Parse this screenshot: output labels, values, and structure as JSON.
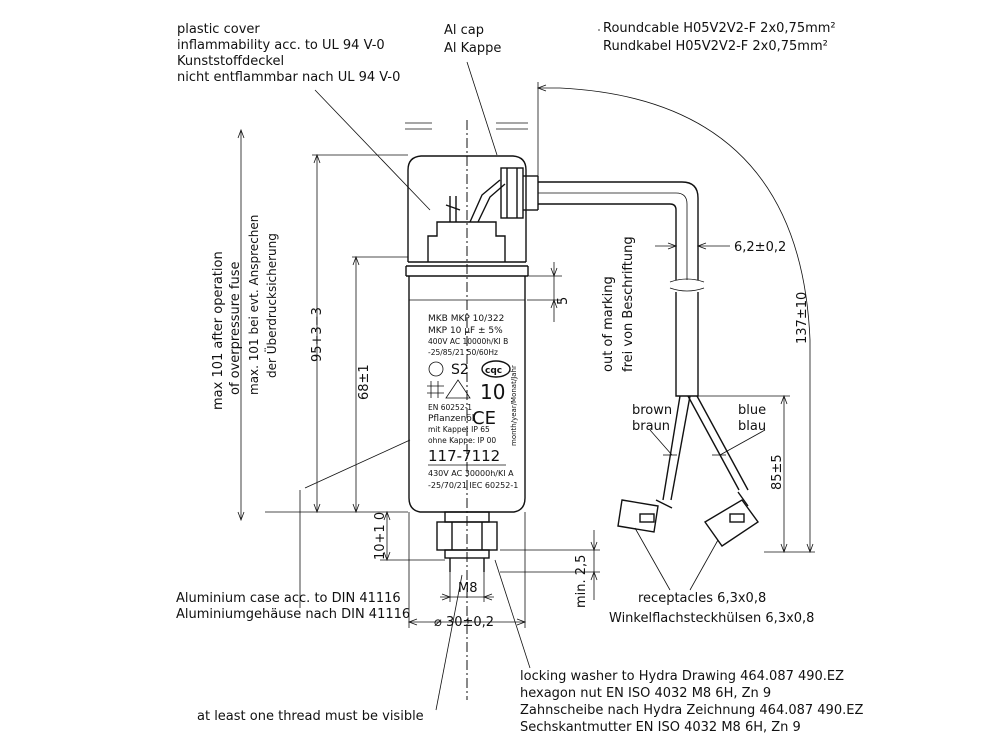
{
  "callouts": {
    "plastic_cover": [
      "plastic cover",
      "inflammability acc. to UL 94 V-0",
      "Kunststoffdeckel",
      "nicht entflammbar nach UL 94 V-0"
    ],
    "al_cap": [
      "Al cap",
      "Al Kappe"
    ],
    "round_cable": [
      "Roundcable H05V2V2-F 2x0,75mm²",
      "Rundkabel H05V2V2-F 2x0,75mm²"
    ],
    "aluminium_case": [
      "Aluminium case acc. to DIN 41116",
      "Aluminiumgehäuse nach DIN 41116"
    ],
    "receptacles": [
      "receptacles 6,3x0,8",
      "Winkelflachsteckhülsen 6,3x0,8"
    ],
    "locking_washer": [
      "locking washer to Hydra Drawing 464.087 490.EZ",
      "hexagon nut EN ISO 4032 M8 6H, Zn 9",
      "Zahnscheibe nach Hydra Zeichnung 464.087 490.EZ",
      "Sechskantmutter EN ISO 4032 M8 6H, Zn 9"
    ],
    "thread_visible": "at least one thread must be visible",
    "out_of_marking": [
      "out of marking",
      "frei von Beschriftung"
    ],
    "max_101": [
      "max 101 after operation",
      "of overpressure fuse"
    ],
    "max_101_de": [
      "max. 101 bei evt. Ansprechen",
      "der Überdrucksicherung"
    ],
    "brown": [
      "brown",
      "braun"
    ],
    "blue": [
      "blue",
      "blau"
    ]
  },
  "dimensions": {
    "d_95": "95+3−3",
    "d_68": "68±1",
    "d_10": "10+1 0",
    "d_5": "5",
    "d_min25": "min. 2,5",
    "d_m8": "M8",
    "d_30": "⌀ 30±0,2",
    "d_62": "6,2±0,2",
    "d_137": "137±10",
    "d_85": "85±5"
  },
  "capacitor_label": {
    "line1": "MKB MKP 10/322",
    "line2": "MKP 10 µF ± 5%",
    "line3": "400V AC 10000h/KI B",
    "line4": "-25/85/21   50/60Hz",
    "s2": "S2",
    "cqc": "cqc",
    "value10": "10",
    "std": "EN 60252-1",
    "oil": "Pflanzenöl",
    "ip65": "mit Kappe: IP 65",
    "ip00": "ohne Kappe: IP 00",
    "date": "month/year/Monat/Jahr",
    "part": "117-7112",
    "line5": "430V AC 30000h/KI A",
    "line6": "-25/70/21 IEC 60252-1"
  }
}
